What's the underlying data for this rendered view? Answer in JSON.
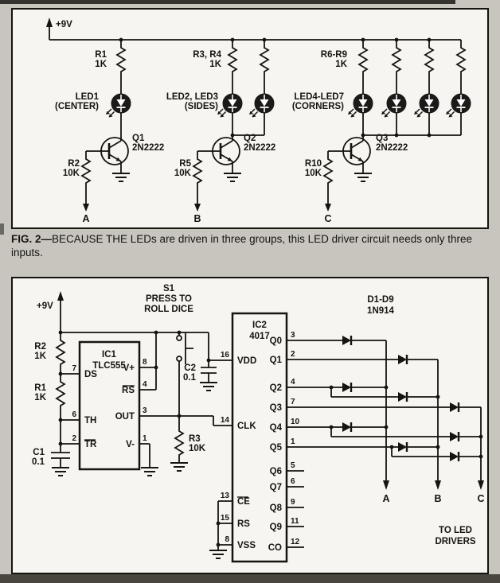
{
  "colors": {
    "ink": "#15140f",
    "paper": "#f6f5f1",
    "scan_background": "#c8c5bf"
  },
  "fig2": {
    "supply": "+9V",
    "groups": {
      "center": {
        "resistor": {
          "label": "R1",
          "value": "1K"
        },
        "led": {
          "label": "LED1",
          "sub": "(CENTER)"
        },
        "transistor": {
          "label": "Q1",
          "part": "2N2222"
        },
        "base_resistor": {
          "label": "R2",
          "value": "10K"
        },
        "output": "A"
      },
      "sides": {
        "resistor": {
          "label": "R3, R4",
          "value": "1K"
        },
        "led": {
          "label": "LED2, LED3",
          "sub": "(SIDES)"
        },
        "transistor": {
          "label": "Q2",
          "part": "2N2222"
        },
        "base_resistor": {
          "label": "R5",
          "value": "10K"
        },
        "output": "B"
      },
      "corners": {
        "resistor": {
          "label": "R6-R9",
          "value": "1K"
        },
        "led": {
          "label": "LED4-LED7",
          "sub": "(CORNERS)"
        },
        "transistor": {
          "label": "Q3",
          "part": "2N2222"
        },
        "base_resistor": {
          "label": "R10",
          "value": "10K"
        },
        "output": "C"
      }
    },
    "caption": {
      "lead": "FIG. 2—",
      "body": "BECAUSE THE LEDs are driven in three groups, this LED driver circuit needs only three inputs."
    }
  },
  "fig3": {
    "supply": "+9V",
    "switch": {
      "label": "S1",
      "action_line1": "PRESS TO",
      "action_line2": "ROLL DICE"
    },
    "ic1": {
      "ref": "IC1",
      "part": "TLC555",
      "pins": {
        "ds": {
          "num": "7",
          "label": "DS"
        },
        "vplus": {
          "num": "8",
          "label": "V+"
        },
        "rs": {
          "num": "4",
          "label": "RS"
        },
        "th": {
          "num": "6",
          "label": "TH"
        },
        "out": {
          "num": "3",
          "label": "OUT"
        },
        "tr": {
          "num": "2",
          "label": "TR"
        },
        "vminus": {
          "num": "1",
          "label": "V-"
        }
      }
    },
    "ic2": {
      "ref": "IC2",
      "part": "4017",
      "pins": {
        "vdd": {
          "num": "16",
          "label": "VDD"
        },
        "clk": {
          "num": "14",
          "label": "CLK"
        },
        "ce": {
          "num": "13",
          "label": "CE"
        },
        "rs": {
          "num": "15",
          "label": "RS"
        },
        "vss": {
          "num": "8",
          "label": "VSS"
        },
        "q0": {
          "num": "3",
          "label": "Q0"
        },
        "q1": {
          "num": "2",
          "label": "Q1"
        },
        "q2": {
          "num": "4",
          "label": "Q2"
        },
        "q3": {
          "num": "7",
          "label": "Q3"
        },
        "q4": {
          "num": "10",
          "label": "Q4"
        },
        "q5": {
          "num": "1",
          "label": "Q5"
        },
        "q6": {
          "num": "5",
          "label": "Q6"
        },
        "q7": {
          "num": "6",
          "label": "Q7"
        },
        "q8": {
          "num": "9",
          "label": "Q8"
        },
        "q9": {
          "num": "11",
          "label": "Q9"
        },
        "co": {
          "num": "12",
          "label": "CO"
        }
      }
    },
    "r2": {
      "label": "R2",
      "value": "1K"
    },
    "r1": {
      "label": "R1",
      "value": "1K"
    },
    "r3": {
      "label": "R3",
      "value": "10K"
    },
    "c1": {
      "label": "C1",
      "value": "0.1"
    },
    "c2": {
      "label": "C2",
      "value": "0.1"
    },
    "diodes": {
      "label": "D1-D9",
      "part": "1N914"
    },
    "outputs": {
      "a": "A",
      "b": "B",
      "c": "C"
    },
    "note": {
      "line1": "TO LED",
      "line2": "DRIVERS"
    }
  }
}
